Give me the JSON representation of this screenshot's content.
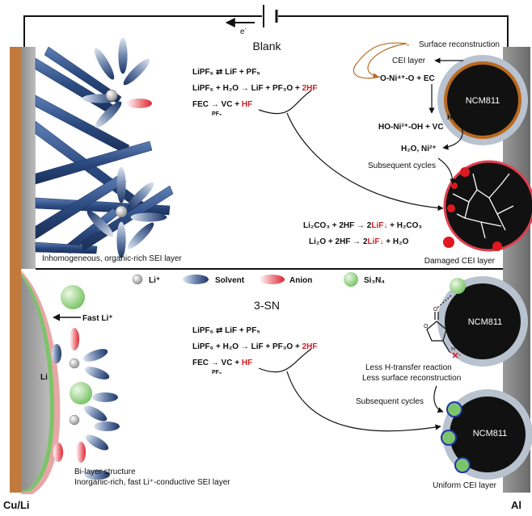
{
  "labels": {
    "electron": "e",
    "electron_sup": "-",
    "cu_li": "Cu/Li",
    "al": "Al",
    "li_metal": "Li"
  },
  "blank": {
    "title": "Blank",
    "eq1": "LiPF₆ ⇄ LiF + PF₅",
    "eq2_a": "LiPF₆ + H₂O → LiF + PF₃O + ",
    "eq2_b": "2HF",
    "eq3_a": "FEC → VC + ",
    "eq3_b": "HF",
    "eq3_sub": "PF₅",
    "surface_reconstruction": "Surface reconstruction",
    "cei_layer": "CEI layer",
    "ho_top": "HO",
    "ho_bottom": "HO",
    "ni4_reaction": "O-Ni⁴⁺-O + EC",
    "ni2_product": "HO-Ni²⁺-OH + VC",
    "h2o_ni": "H₂O, Ni²⁺",
    "subsequent_cycles": "Subsequent cycles",
    "ncm": "NCM811",
    "eq4_a": "Li₂CO₃ + 2HF → 2",
    "eq4_b": "LiF↓",
    "eq4_c": " + H₂CO₃",
    "eq5_a": "Li₂O + 2HF → 2",
    "eq5_b": "LiF↓",
    "eq5_c": " + H₂O",
    "sei_caption": "Inhomogeneous, organic-rich SEI layer",
    "cei_caption": "Damaged CEI layer"
  },
  "legend": {
    "li": "Li⁺",
    "solvent": "Solvent",
    "anion": "Anion",
    "si3n4": "Si₃N₄"
  },
  "sn": {
    "title": "3-SN",
    "fast_li": "Fast Li⁺",
    "eq1": "LiPF₆ ⇄ LiF + PF₅",
    "eq2_a": "LiPF₆ + H₂O → LiF + PF₃O + ",
    "eq2_b": "2HF",
    "eq3_a": "FEC → VC + ",
    "eq3_b": "HF",
    "eq3_sub": "PF₅",
    "ncm_top": "NCM811",
    "ncm_bottom": "NCM811",
    "less_h_transfer": "Less H-transfer reaction",
    "less_surface": "Less surface reconstruction",
    "subsequent_cycles": "Subsequent cycles",
    "bilayer1": "Bi-layer structure",
    "bilayer2": "Inorganic-rich, fast Li⁺-conductive SEI layer",
    "uniform_cei": "Uniform CEI layer"
  },
  "colors": {
    "copper": "#c27a3c",
    "aluminum": "#7c7c7c",
    "li_gray": "#9a9a9a",
    "red": "#d21f26",
    "orange": "#b86a1e",
    "blue_text": "#2f6fb0",
    "dendrite": "#2b4a80",
    "green": "#7cc46b",
    "ncm_black": "#111111",
    "cei_blue": "#1f33a8"
  }
}
